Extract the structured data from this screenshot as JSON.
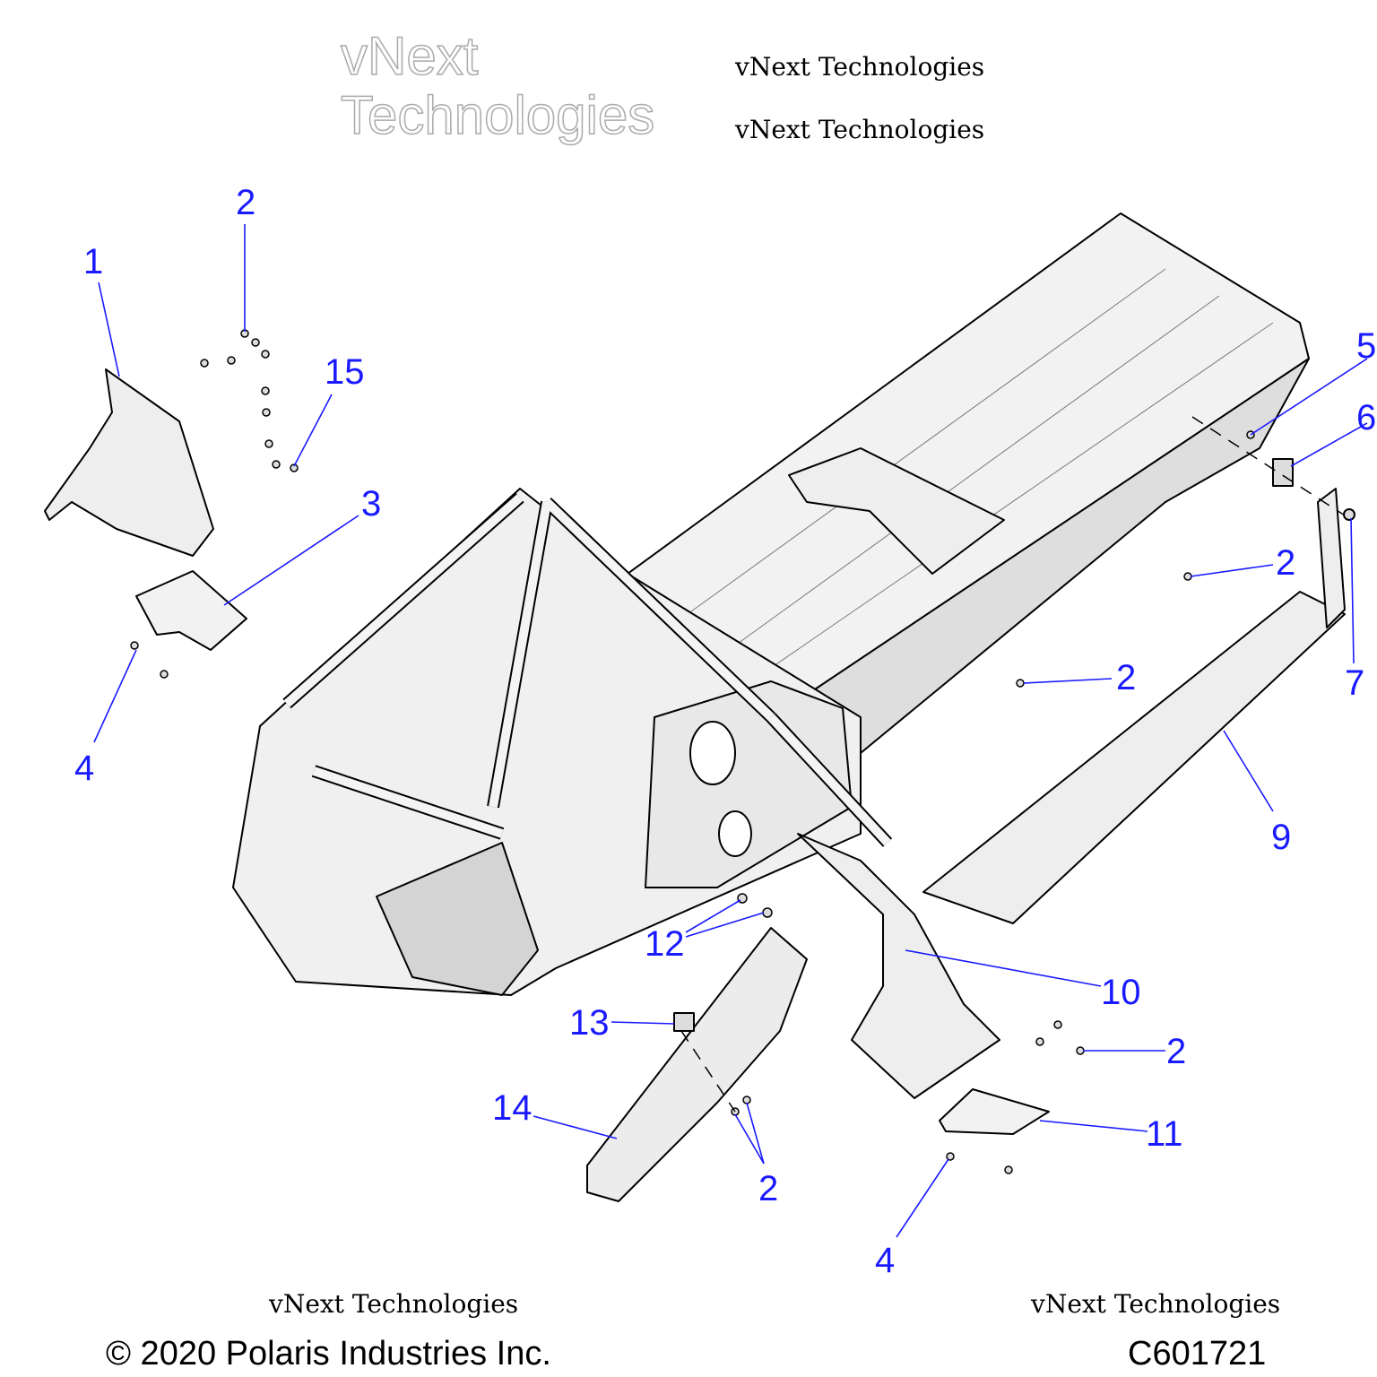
{
  "callouts": [
    {
      "id": "c1",
      "label": "1"
    },
    {
      "id": "c2a",
      "label": "2"
    },
    {
      "id": "c15",
      "label": "15"
    },
    {
      "id": "c3",
      "label": "3"
    },
    {
      "id": "c4a",
      "label": "4"
    },
    {
      "id": "c5",
      "label": "5"
    },
    {
      "id": "c6",
      "label": "6"
    },
    {
      "id": "c7",
      "label": "7"
    },
    {
      "id": "c2b",
      "label": "2"
    },
    {
      "id": "c2c",
      "label": "2"
    },
    {
      "id": "c9",
      "label": "9"
    },
    {
      "id": "c12",
      "label": "12"
    },
    {
      "id": "c10",
      "label": "10"
    },
    {
      "id": "c13",
      "label": "13"
    },
    {
      "id": "c2d",
      "label": "2"
    },
    {
      "id": "c14",
      "label": "14"
    },
    {
      "id": "c11",
      "label": "11"
    },
    {
      "id": "c2e",
      "label": "2"
    },
    {
      "id": "c4b",
      "label": "4"
    }
  ],
  "footer": {
    "copyright": "© 2020 Polaris Industries Inc.",
    "diagram_code": "C601721"
  },
  "watermark": {
    "line": "vNext Technologies",
    "big_top": "vNext",
    "big_bottom": "Technologies"
  },
  "colors": {
    "callout": "#1a1aff",
    "part_fill": "#e6e6e6",
    "outline": "#000000"
  }
}
